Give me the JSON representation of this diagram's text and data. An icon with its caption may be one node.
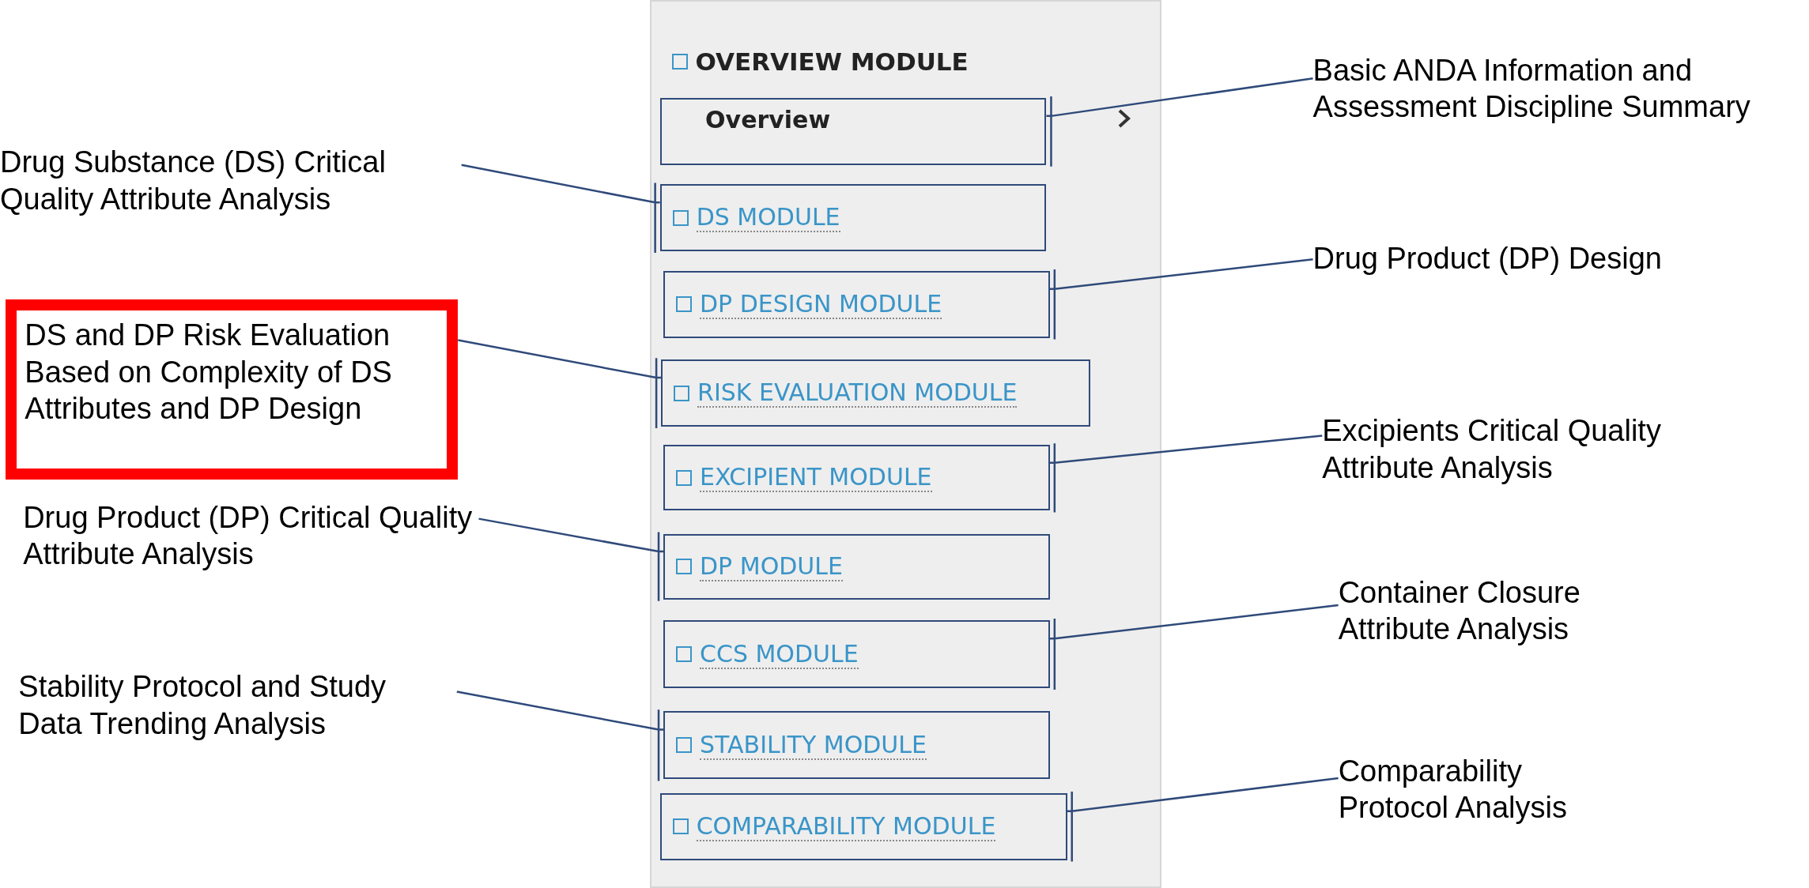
{
  "diagram": {
    "nodes": [
      {
        "text": [
          "OVERVIEW MODULE"
        ]
      },
      {
        "text": [
          "Overview"
        ],
        "in": 0
      },
      {
        "text": [
          "DS MODULE"
        ],
        "in": 0
      },
      {
        "text": [
          "DP DESIGN MODULE"
        ],
        "in": 0
      },
      {
        "text": [
          "RISK EVALUATION MODULE"
        ],
        "in": 0
      },
      {
        "text": [
          "EXCIPIENT MODULE"
        ],
        "in": 0
      },
      {
        "text": [
          "DP MODULE"
        ],
        "in": 0
      },
      {
        "text": [
          "CCS MODULE"
        ],
        "in": 0
      },
      {
        "text": [
          "STABILITY MODULE"
        ],
        "in": 0
      },
      {
        "text": [
          "COMPARABILITY MODULE"
        ],
        "in": 0
      },
      {
        "text": [
          "Basic ANDA Information and Assessment Discipline Summary"
        ]
      },
      {
        "text": [
          "Drug Substance (DS) Critical Quality Attribute Analysis"
        ]
      },
      {
        "text": [
          "Drug Product (DP) Design"
        ]
      },
      {
        "text": [
          "DS and DP Risk Evaluation Based on Complexity of DS Attributes and DP Design"
        ]
      },
      {
        "text": [
          "Excipients Critical Quality Attribute Analysis"
        ]
      },
      {
        "text": [
          "Drug Product (DP) Critical Quality Attribute Analysis"
        ]
      },
      {
        "text": [
          "Container Closure Attribute Analysis"
        ]
      },
      {
        "text": [
          "Stability Protocol and Study Data Trending Analysis"
        ]
      },
      {
        "text": [
          "Comparability Protocol Analysis"
        ]
      }
    ],
    "edges": [
      {
        "from": 10,
        "to": 1,
        "arrow": "none"
      },
      {
        "from": 11,
        "to": 2,
        "arrow": "none"
      },
      {
        "from": 12,
        "to": 3,
        "arrow": "none"
      },
      {
        "from": 13,
        "to": 4,
        "arrow": "none"
      },
      {
        "from": 14,
        "to": 5,
        "arrow": "none"
      },
      {
        "from": 15,
        "to": 6,
        "arrow": "none"
      },
      {
        "from": 16,
        "to": 7,
        "arrow": "none"
      },
      {
        "from": 17,
        "to": 8,
        "arrow": "none"
      },
      {
        "from": 18,
        "to": 9,
        "arrow": "none"
      }
    ]
  }
}
